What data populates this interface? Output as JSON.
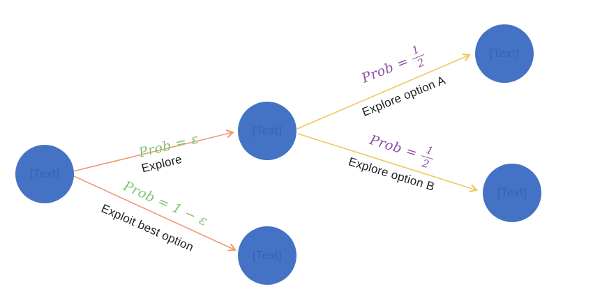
{
  "diagram": {
    "type": "decision-tree",
    "colors": {
      "bg": "#ffffff",
      "node-fill": "#4472c4",
      "node-label": "#3a62ae",
      "edge-orange": "#ec9b72",
      "edge-yellow": "#efc75c",
      "prob-green": "#7cc46e",
      "prob-purple": "#8c4fa7",
      "text-black": "#1f1f1f"
    },
    "nodes": [
      {
        "id": "start",
        "label": "[Text]"
      },
      {
        "id": "explore",
        "label": "[Text]"
      },
      {
        "id": "exploit-best-option",
        "label": "[Text]"
      },
      {
        "id": "option-a",
        "label": "[Text]"
      },
      {
        "id": "option-b",
        "label": "[Text]"
      }
    ],
    "edges": [
      {
        "from": "start",
        "to": "explore",
        "prob_label": "Prob = ε",
        "action_label": "Explore",
        "color": "orange"
      },
      {
        "from": "start",
        "to": "exploit-best-option",
        "prob_label": "Prob = 1 − ε",
        "action_label": "Exploit best option",
        "color": "orange"
      },
      {
        "from": "explore",
        "to": "option-a",
        "prob_prefix": "Prob =",
        "prob_numerator": "1",
        "prob_denominator": "2",
        "action_label": "Explore option A",
        "color": "yellow"
      },
      {
        "from": "explore",
        "to": "option-b",
        "prob_prefix": "Prob =",
        "prob_numerator": "1",
        "prob_denominator": "2",
        "action_label": "Explore option B",
        "color": "yellow"
      }
    ]
  }
}
